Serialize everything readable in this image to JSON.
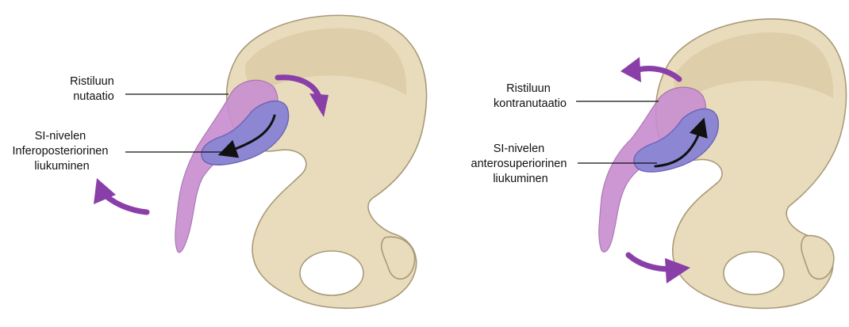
{
  "left_panel": {
    "label_top_line1": "Ristiluun",
    "label_top_line2": "nutaatio",
    "label_mid_line1": "SI-nivelen",
    "label_mid_line2": "Inferoposteriorinen",
    "label_mid_line3": "liukuminen"
  },
  "right_panel": {
    "label_top_line1": "Ristiluun",
    "label_top_line2": "kontranutaatio",
    "label_mid_line1": "SI-nivelen",
    "label_mid_line2": "anterosuperiorinen",
    "label_mid_line3": "liukuminen"
  },
  "colors": {
    "bone": "#e9dcbc",
    "sacrum": "#c98fd0",
    "joint_surface": "#8d86d2",
    "motion_arrow": "#8a3fa8",
    "glide_arrow": "#111111"
  }
}
